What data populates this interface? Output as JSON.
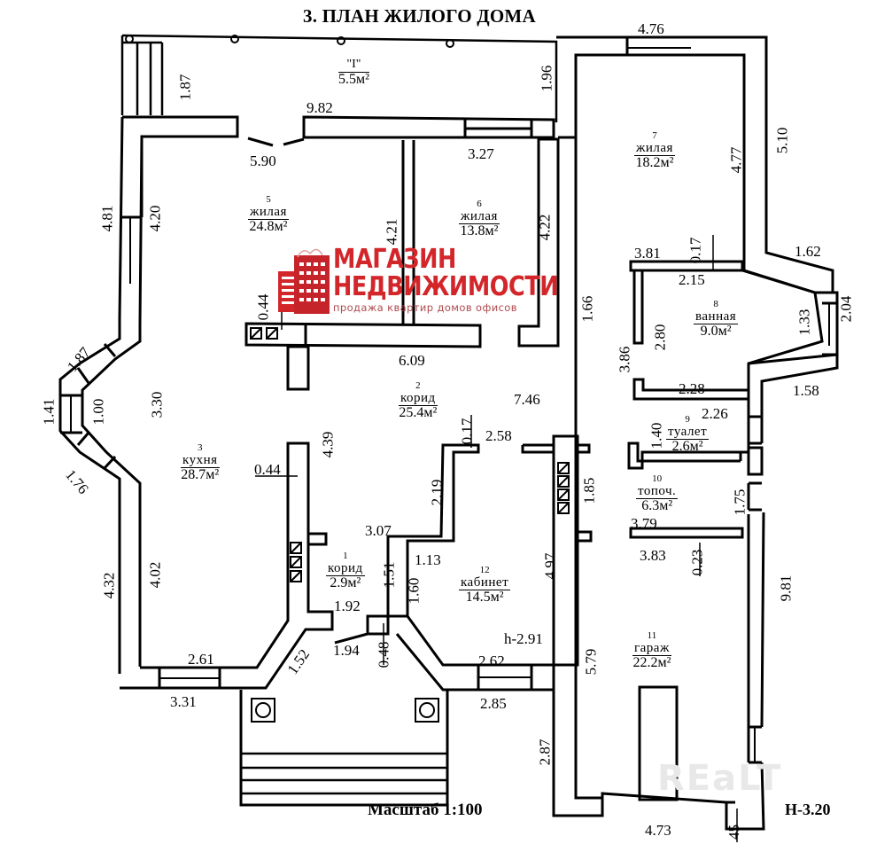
{
  "title": "3. ПЛАН ЖИЛОГО ДОМА",
  "scale_label": "Масштаб 1:100",
  "height_mark": "Н-3.20",
  "room_height": "h-2.91",
  "logo": {
    "line1": "МАГАЗИН",
    "line2": "НЕДВИЖИМОСТИ",
    "line3": "продажа квартир домов офисов",
    "color": "#d3262b"
  },
  "watermark": "REaLT",
  "rooms": [
    {
      "num": "\"I\"",
      "name": "",
      "area": "5.5м²"
    },
    {
      "num": "1",
      "name": "корид",
      "area": "2.9м²"
    },
    {
      "num": "2",
      "name": "корид",
      "area": "25.4м²"
    },
    {
      "num": "3",
      "name": "кухня",
      "area": "28.7м²"
    },
    {
      "num": "5",
      "name": "жилая",
      "area": "24.8м²"
    },
    {
      "num": "6",
      "name": "жилая",
      "area": "13.8м²"
    },
    {
      "num": "7",
      "name": "жилая",
      "area": "18.2м²"
    },
    {
      "num": "8",
      "name": "ванная",
      "area": "9.0м²"
    },
    {
      "num": "9",
      "name": "туалет",
      "area": "2.6м²"
    },
    {
      "num": "10",
      "name": "топоч.",
      "area": "6.3м²"
    },
    {
      "num": "11",
      "name": "гараж",
      "area": "22.2м²"
    },
    {
      "num": "12",
      "name": "кабинет",
      "area": "14.5м²"
    }
  ],
  "dimensions": {
    "d_1_87_top": "1.87",
    "d_1_96": "1.96",
    "d_4_76": "4.76",
    "d_9_82": "9.82",
    "d_5_90": "5.90",
    "d_3_27": "3.27",
    "d_5_10": "5.10",
    "d_4_77": "4.77",
    "d_4_81": "4.81",
    "d_4_20": "4.20",
    "d_4_21": "4.21",
    "d_4_22": "4.22",
    "d_3_81": "3.81",
    "d_0_17_a": "0.17",
    "d_1_62": "1.62",
    "d_2_15": "2.15",
    "d_2_04": "2.04",
    "d_1_33": "1.33",
    "d_0_44_top": "0.44",
    "d_1_66": "1.66",
    "d_2_80": "2.80",
    "d_3_86": "3.86",
    "d_6_09": "6.09",
    "d_1_87_left": "1.87",
    "d_1_41": "1.41",
    "d_1_00": "1.00",
    "d_3_30": "3.30",
    "d_7_46": "7.46",
    "d_2_28": "2.28",
    "d_1_58": "1.58",
    "d_2_26": "2.26",
    "d_1_40": "1.40",
    "d_0_17_b": "0.17",
    "d_2_58": "2.58",
    "d_4_39": "4.39",
    "d_1_76": "1.76",
    "d_0_44_mid": "0.44",
    "d_2_19": "2.19",
    "d_1_85": "1.85",
    "d_1_75": "1.75",
    "d_3_79": "3.79",
    "d_3_07": "3.07",
    "d_1_13": "1.13",
    "d_3_83": "3.83",
    "d_0_23": "0.23",
    "d_4_97": "4.97",
    "d_4_32": "4.32",
    "d_4_02": "4.02",
    "d_1_51": "1.51",
    "d_1_60": "1.60",
    "d_9_81": "9.81",
    "d_1_92": "1.92",
    "d_1_94": "1.94",
    "d_0_48": "0.48",
    "d_2_62": "2.62",
    "d_5_79": "5.79",
    "d_2_61": "2.61",
    "d_1_52": "1.52",
    "d_3_31": "3.31",
    "d_2_85": "2.85",
    "d_2_87": "2.87",
    "d_4_73": "4.73",
    "d_0_45": "45"
  }
}
